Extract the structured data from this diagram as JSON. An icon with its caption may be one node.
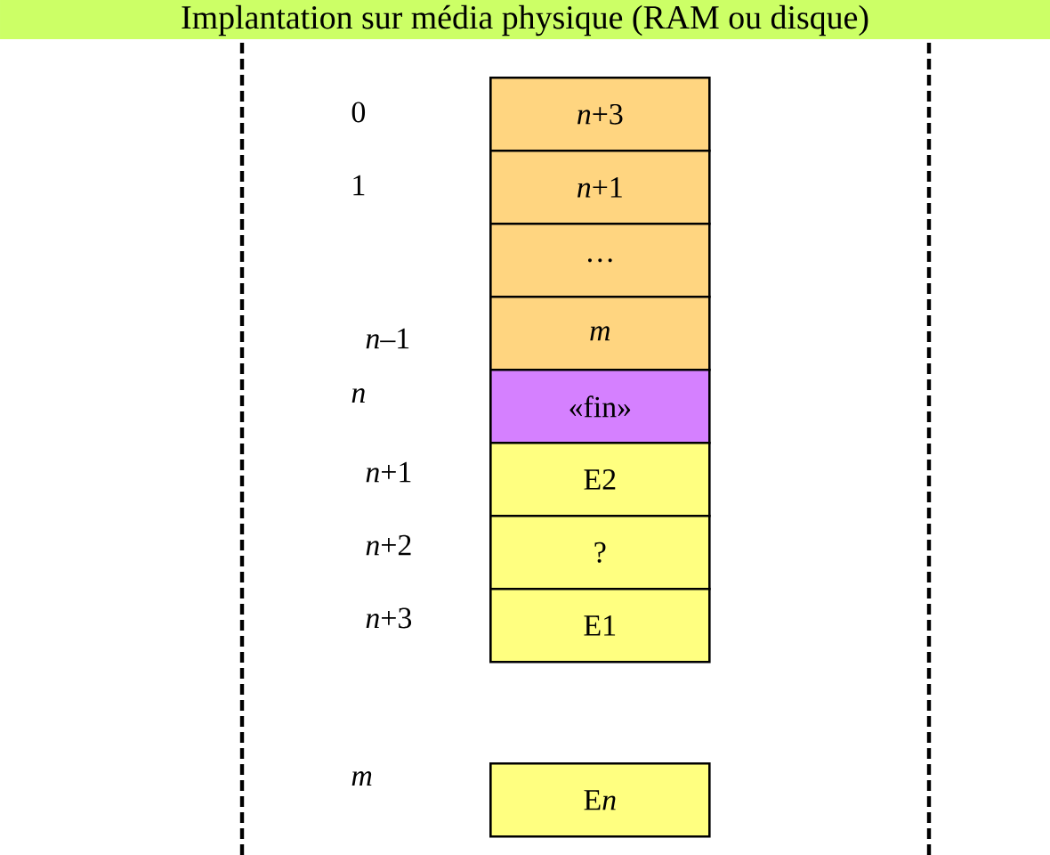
{
  "diagram": {
    "title": "Implantation sur média physique (RAM ou disque)",
    "nodes": [
      {
        "text": [
          "*n*+3"
        ]
      },
      {
        "text": [
          "*n*+1"
        ]
      },
      {
        "text": [
          "…"
        ]
      },
      {
        "text": [
          "*m*"
        ]
      },
      {
        "text": [
          "«fin»"
        ]
      },
      {
        "text": [
          "E2"
        ]
      },
      {
        "text": [
          "?"
        ]
      },
      {
        "text": [
          "E1"
        ]
      },
      {
        "text": [
          "\\mathrm{E}\\mathit{n}"
        ]
      }
    ],
    "labels": [
      "0",
      "1",
      "*n*–1",
      "*n*",
      "*n*+1",
      "*n*+2",
      "*n*+3",
      "*m*"
    ]
  }
}
